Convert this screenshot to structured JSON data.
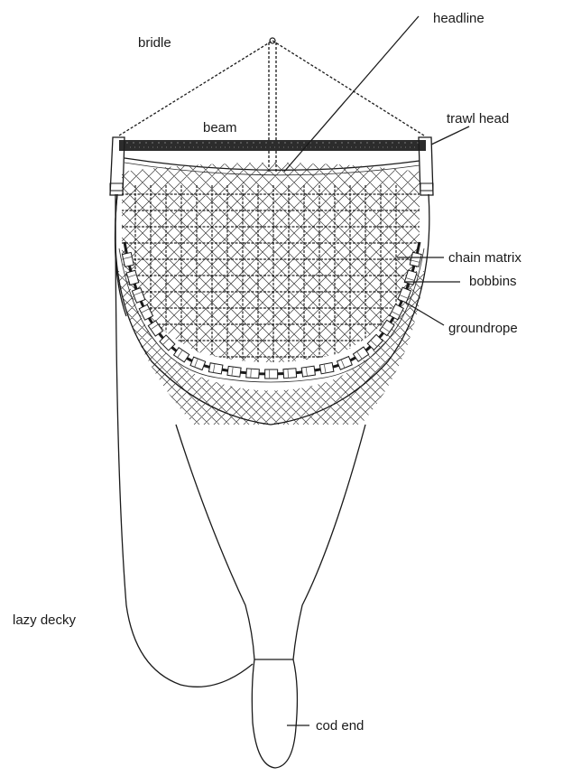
{
  "labels": {
    "headline": "headline",
    "bridle": "bridle",
    "beam": "beam",
    "trawl_head": "trawl head",
    "chain_matrix": "chain matrix",
    "bobbins": "bobbins",
    "groundrope": "groundrope",
    "lazy_decky": "lazy decky",
    "cod_end": "cod end"
  }
}
